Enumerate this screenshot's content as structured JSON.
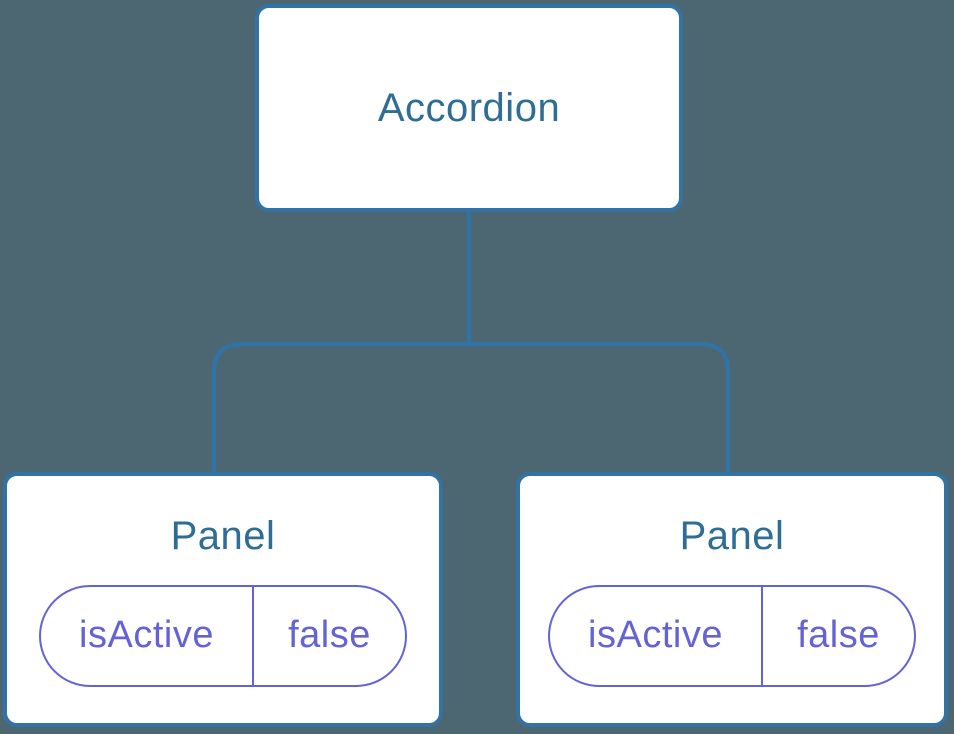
{
  "tree": {
    "root": {
      "label": "Accordion"
    },
    "children": [
      {
        "label": "Panel",
        "state": {
          "name": "isActive",
          "value": "false"
        }
      },
      {
        "label": "Panel",
        "state": {
          "name": "isActive",
          "value": "false"
        }
      }
    ]
  },
  "colors": {
    "background": "#4c6771",
    "node_fill": "#ffffff",
    "node_border": "#3173a5",
    "node_title_text": "#2e6e96",
    "connector": "#3173a5",
    "state_pill_border": "#6363d6",
    "state_pill_text": "#6363d6"
  }
}
